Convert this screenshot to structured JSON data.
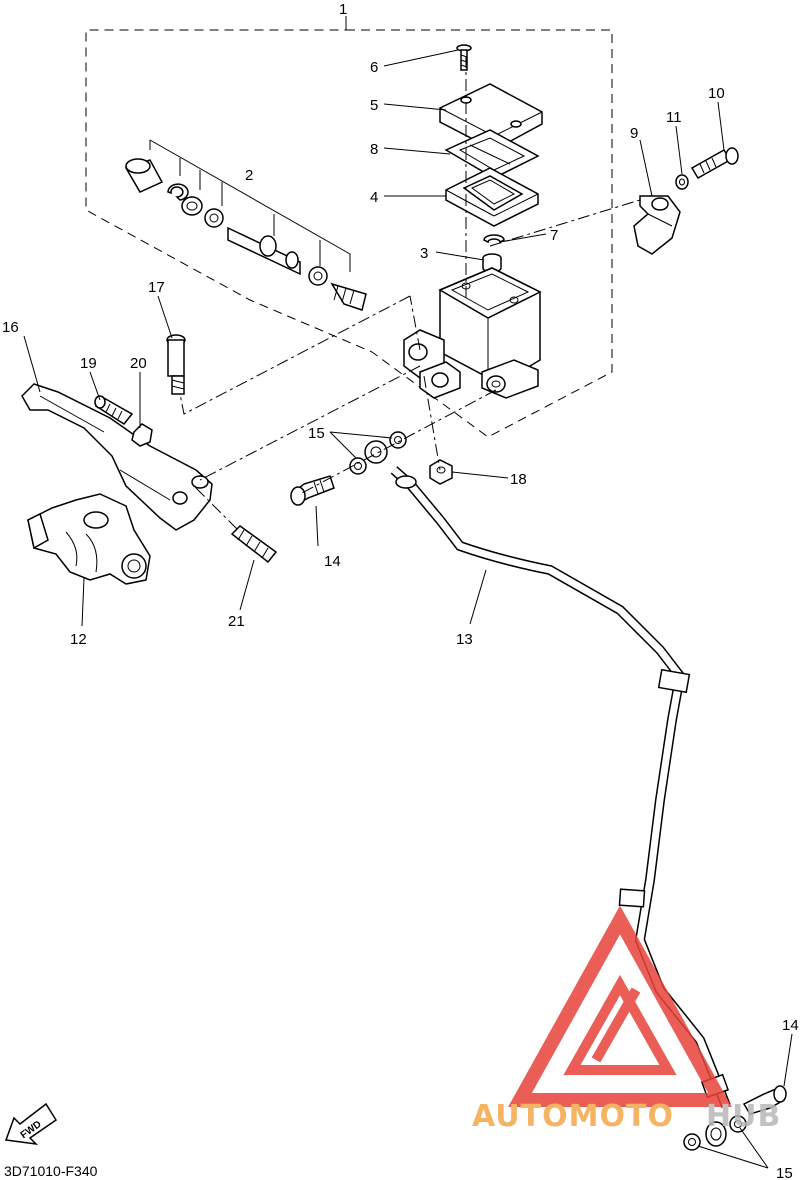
{
  "callouts": [
    {
      "id": "c1",
      "text": "1"
    },
    {
      "id": "c2",
      "text": "2"
    },
    {
      "id": "c3",
      "text": "3"
    },
    {
      "id": "c4",
      "text": "4"
    },
    {
      "id": "c5",
      "text": "5"
    },
    {
      "id": "c6",
      "text": "6"
    },
    {
      "id": "c7",
      "text": "7"
    },
    {
      "id": "c8",
      "text": "8"
    },
    {
      "id": "c9",
      "text": "9"
    },
    {
      "id": "c10",
      "text": "10"
    },
    {
      "id": "c11",
      "text": "11"
    },
    {
      "id": "c12",
      "text": "12"
    },
    {
      "id": "c13",
      "text": "13"
    },
    {
      "id": "c14a",
      "text": "14"
    },
    {
      "id": "c14b",
      "text": "14"
    },
    {
      "id": "c15a",
      "text": "15"
    },
    {
      "id": "c15b",
      "text": "15"
    },
    {
      "id": "c16",
      "text": "16"
    },
    {
      "id": "c17",
      "text": "17"
    },
    {
      "id": "c18",
      "text": "18"
    },
    {
      "id": "c19",
      "text": "19"
    },
    {
      "id": "c20",
      "text": "20"
    },
    {
      "id": "c21",
      "text": "21"
    }
  ],
  "direction_arrow": {
    "label": "FWD",
    "icon": "fwd-arrow-icon"
  },
  "diagram_code": "3D71010-F340",
  "watermark": {
    "text_a": "AUTOMOTO",
    "text_b": "HUB",
    "color_triangle": "#e8433a",
    "color_text_a": "#f4a84a",
    "color_text_b": "#b8b8b8"
  }
}
